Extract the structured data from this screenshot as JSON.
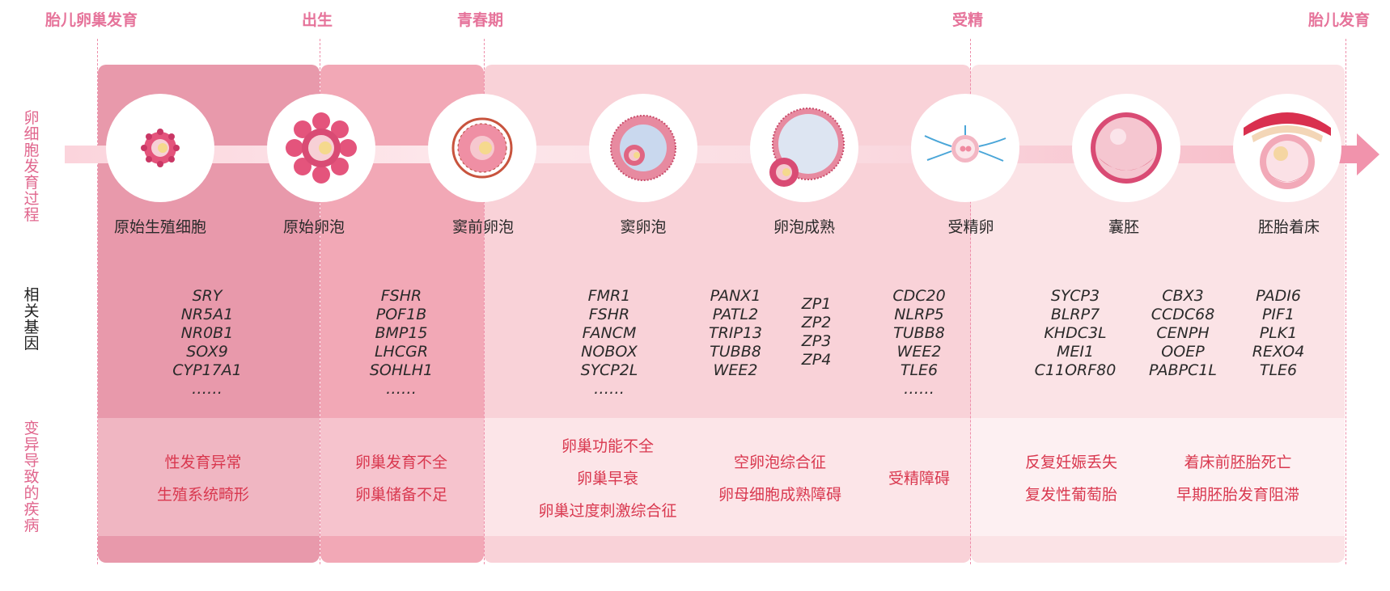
{
  "stages": [
    "胎儿卵巢发育",
    "出生",
    "青春期",
    "受精",
    "胎儿发育"
  ],
  "row_labels": {
    "development": "卵细胞发育过程",
    "genes": "相关基因",
    "diseases": "变异导致的疾病"
  },
  "cells": [
    {
      "name": "原始生殖细胞",
      "icon": "primordial-germ-cell-icon"
    },
    {
      "name": "原始卵泡",
      "icon": "primordial-follicle-icon"
    },
    {
      "name": "窦前卵泡",
      "icon": "preantral-follicle-icon"
    },
    {
      "name": "窦卵泡",
      "icon": "antral-follicle-icon"
    },
    {
      "name": "卵泡成熟",
      "icon": "mature-follicle-icon"
    },
    {
      "name": "受精卵",
      "icon": "zygote-icon"
    },
    {
      "name": "囊胚",
      "icon": "blastocyst-icon"
    },
    {
      "name": "胚胎着床",
      "icon": "implantation-icon"
    }
  ],
  "gene_groups": [
    {
      "genes": [
        "SRY",
        "NR5A1",
        "NR0B1",
        "SOX9",
        "CYP17A1",
        "……"
      ]
    },
    {
      "genes": [
        "FSHR",
        "POF1B",
        "BMP15",
        "LHCGR",
        "SOHLH1",
        "……"
      ]
    },
    {
      "genes": [
        "FMR1",
        "FSHR",
        "FANCM",
        "NOBOX",
        "SYCP2L",
        "……"
      ]
    },
    {
      "genes": [
        "PANX1",
        "PATL2",
        "TRIP13",
        "TUBB8",
        "WEE2"
      ]
    },
    {
      "genes": [
        "ZP1",
        "ZP2",
        "ZP3",
        "ZP4"
      ]
    },
    {
      "genes": [
        "CDC20",
        "NLRP5",
        "TUBB8",
        "WEE2",
        "TLE6",
        "……"
      ]
    },
    {
      "genes": [
        "SYCP3",
        "BLRP7",
        "KHDC3L",
        "MEI1",
        "C11ORF80"
      ]
    },
    {
      "genes": [
        "CBX3",
        "CCDC68",
        "CENPH",
        "OOEP",
        "PABPC1L"
      ]
    },
    {
      "genes": [
        "PADI6",
        "PIF1",
        "PLK1",
        "REXO4",
        "TLE6"
      ]
    }
  ],
  "disease_groups": [
    {
      "items": [
        "性发育异常",
        "生殖系统畸形"
      ]
    },
    {
      "items": [
        "卵巢发育不全",
        "卵巢储备不足"
      ]
    },
    {
      "items": [
        "卵巢功能不全",
        "卵巢早衰",
        "卵巢过度刺激综合征"
      ]
    },
    {
      "items": [
        "空卵泡综合征",
        "卵母细胞成熟障碍"
      ]
    },
    {
      "items": [
        "受精障碍"
      ]
    },
    {
      "items": [
        "反复妊娠丢失",
        "复发性葡萄胎"
      ]
    },
    {
      "items": [
        "着床前胚胎死亡",
        "早期胚胎发育阻滞"
      ]
    }
  ],
  "colors": {
    "stage_label": "#e6739a",
    "disease_text": "#d9384f",
    "panel_1": "#e899ab",
    "panel_2": "#f2a8b6",
    "panel_3": "#f9d2d8",
    "panel_4": "#fbe3e6"
  }
}
